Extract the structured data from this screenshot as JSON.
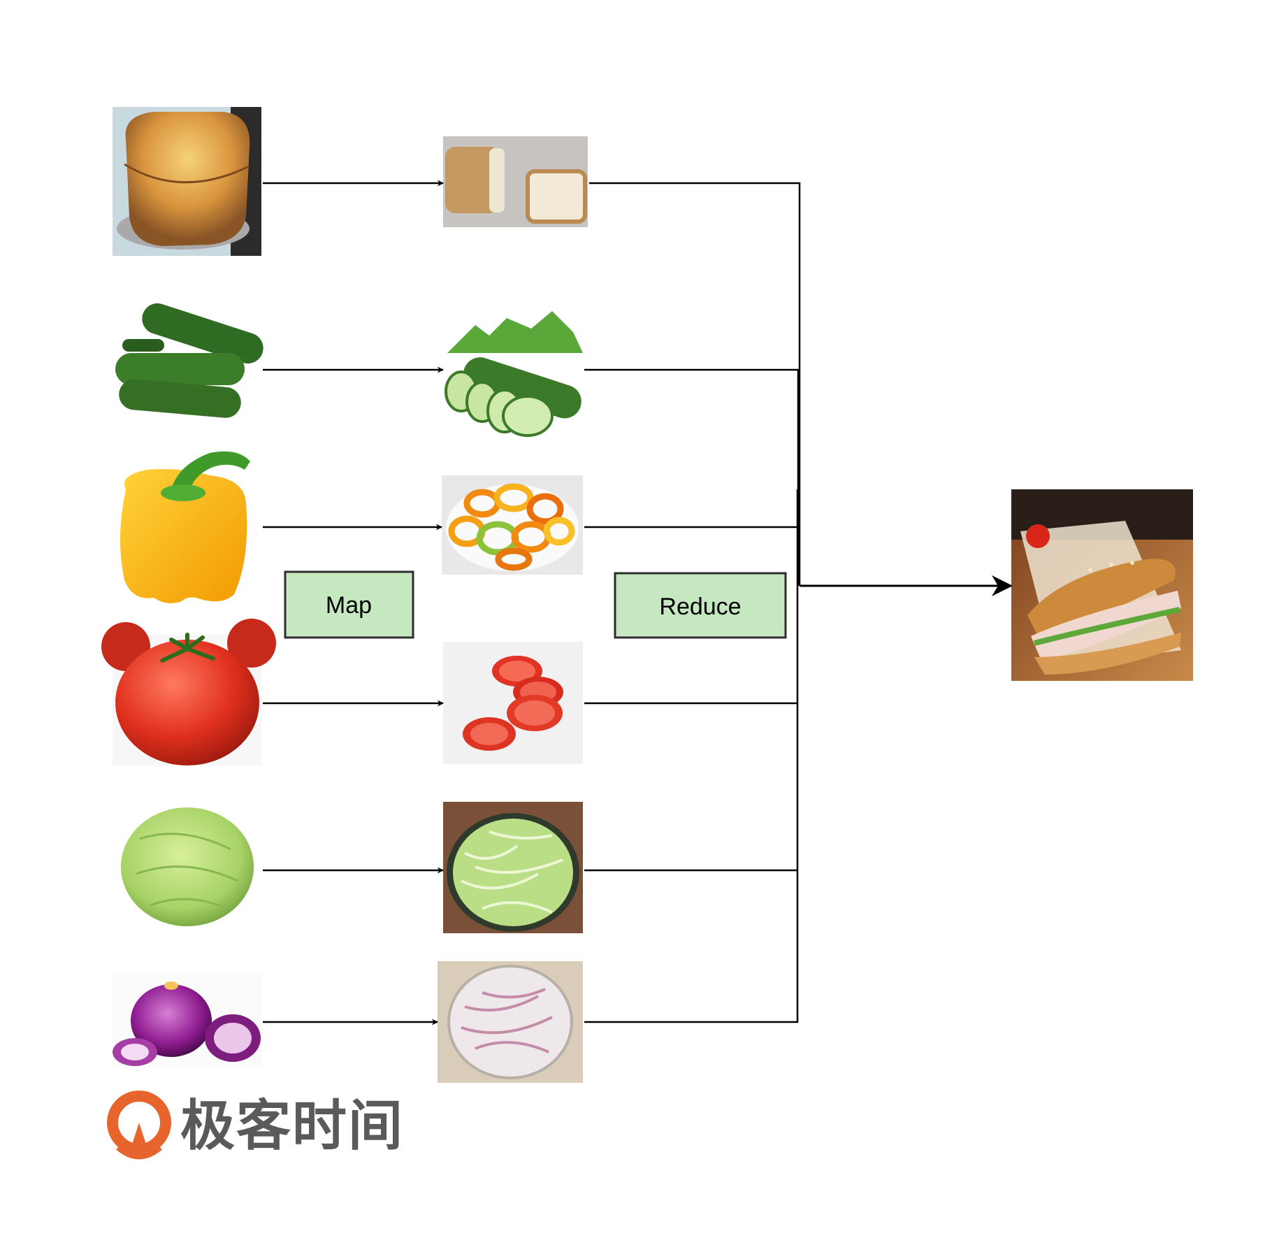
{
  "diagram": {
    "map_label": "Map",
    "reduce_label": "Reduce",
    "box_fill": "#c6e8c0",
    "box_stroke": "#2d2d2d",
    "arrow_color": "#000000",
    "ingredients": [
      {
        "raw": "bread-loaf",
        "processed": "sliced-bread"
      },
      {
        "raw": "cucumbers",
        "processed": "sliced-cucumber"
      },
      {
        "raw": "yellow-bell-pepper",
        "processed": "pepper-rings"
      },
      {
        "raw": "tomato",
        "processed": "tomato-slices"
      },
      {
        "raw": "cabbage",
        "processed": "shredded-cabbage"
      },
      {
        "raw": "red-onion",
        "processed": "shredded-onion"
      }
    ],
    "result": "sandwich"
  },
  "logo": {
    "text": "极客时间",
    "accent": "#e8642d"
  }
}
